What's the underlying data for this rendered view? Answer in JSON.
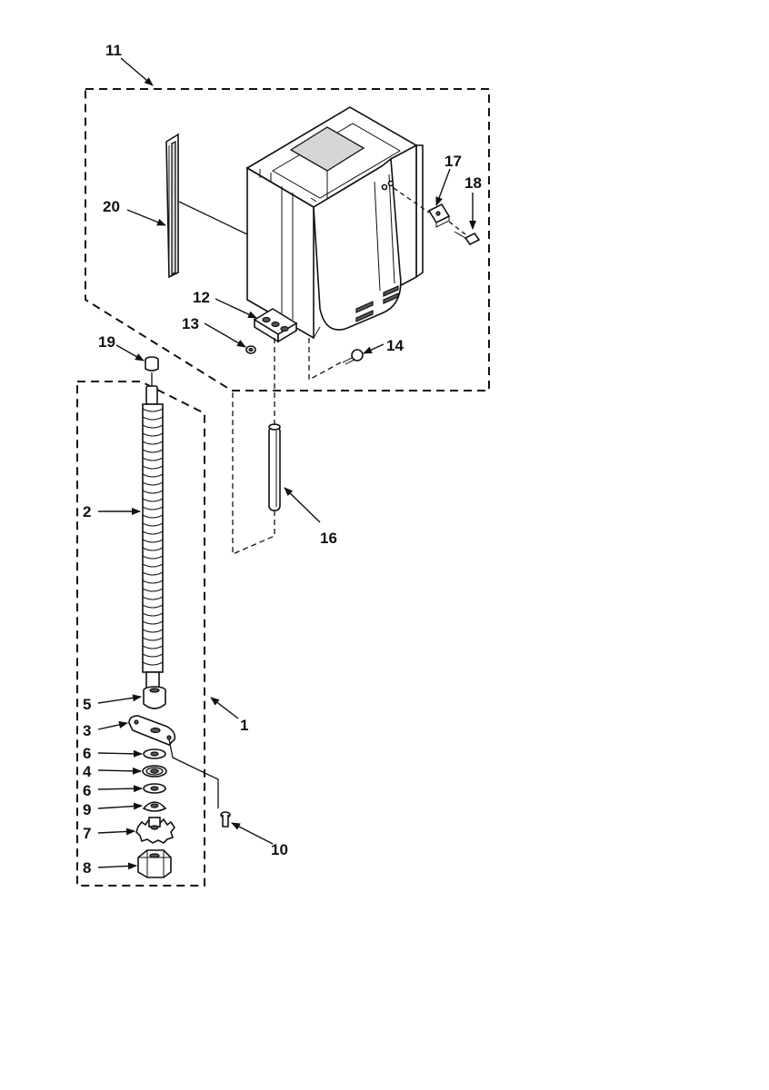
{
  "callouts": {
    "c1": "1",
    "c2": "2",
    "c3": "3",
    "c4": "4",
    "c5": "5",
    "c6a": "6",
    "c6b": "6",
    "c7": "7",
    "c8": "8",
    "c9": "9",
    "c10": "10",
    "c11": "11",
    "c12": "12",
    "c13": "13",
    "c14": "14",
    "c16": "16",
    "c17": "17",
    "c18": "18",
    "c19": "19",
    "c20": "20"
  }
}
